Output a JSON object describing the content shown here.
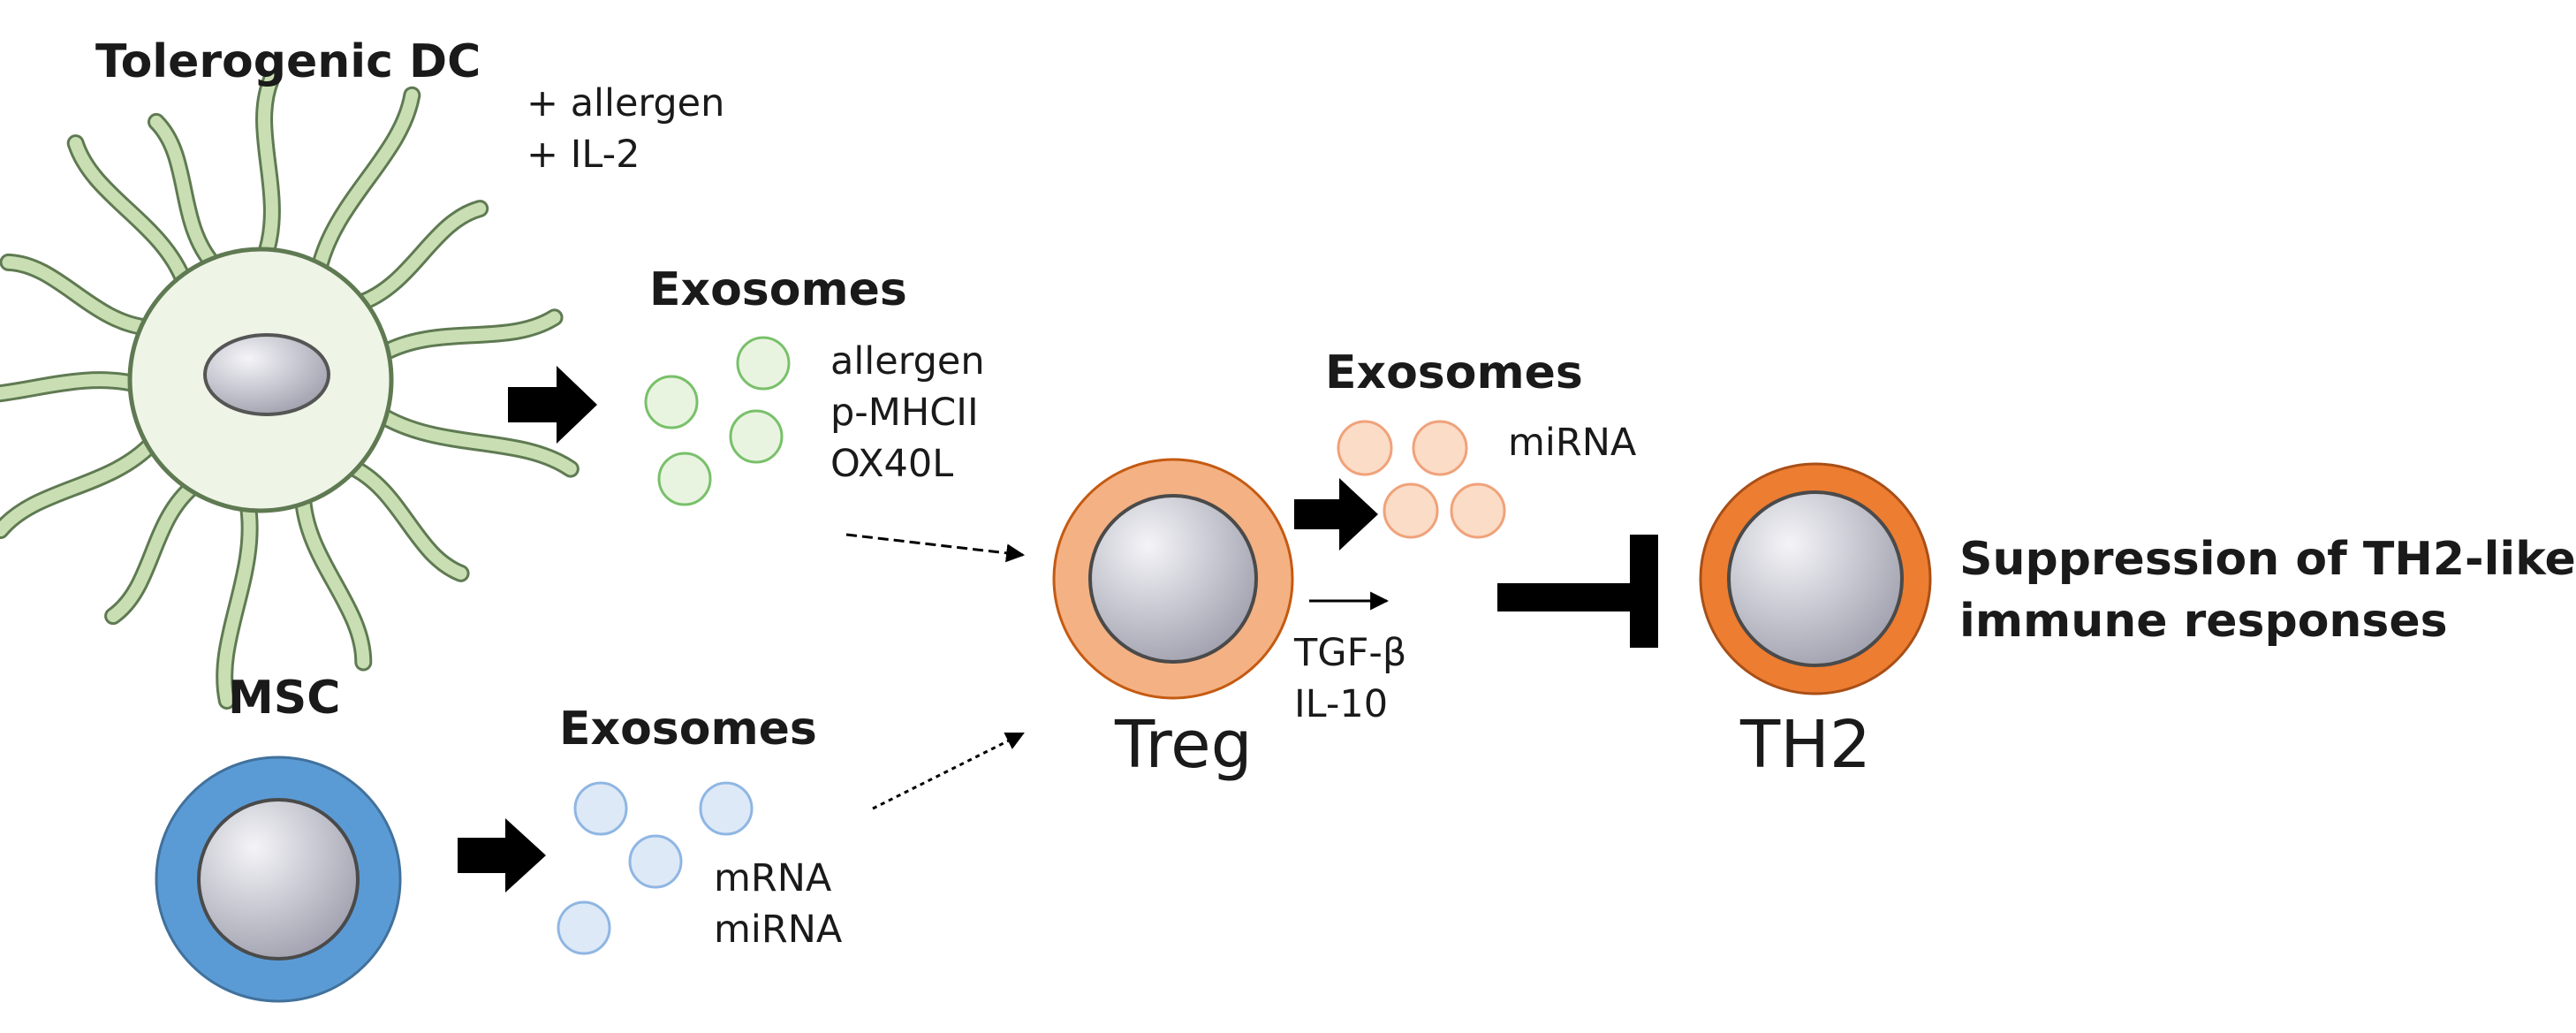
{
  "tolerogenic_dc": {
    "title": "Tolerogenic DC",
    "conditions": [
      "+ allergen",
      "+ IL-2"
    ]
  },
  "dc_exosomes": {
    "title": "Exosomes",
    "cargo": [
      "allergen",
      "p-MHCII",
      "OX40L"
    ]
  },
  "msc": {
    "title": "MSC"
  },
  "msc_exosomes": {
    "title": "Exosomes",
    "cargo": [
      "mRNA",
      "miRNA"
    ]
  },
  "treg": {
    "label": "Treg",
    "secreted": [
      "TGF-β",
      "IL-10"
    ]
  },
  "treg_exosomes": {
    "title": "Exosomes",
    "cargo": [
      "miRNA"
    ]
  },
  "th2": {
    "label": "TH2"
  },
  "outcome": {
    "lines": [
      "Suppression of TH2-like",
      "immune responses"
    ]
  },
  "colors": {
    "dc_fill": "#eef4e6",
    "dc_dendrite": "#c9deb3",
    "dc_outline": "#5f7a52",
    "dc_exosome_fill": "#e8f4e0",
    "dc_exosome_stroke": "#79c06a",
    "msc_ring": "#5b9bd5",
    "msc_exosome_fill": "#dde9f6",
    "msc_exosome_stroke": "#8fb6e3",
    "treg_ring": "#f4b183",
    "treg_exosome_fill": "#fbdcc6",
    "treg_exosome_stroke": "#f0a27a",
    "th2_ring": "#ed7d31",
    "cell_outline": "#4a4a4a",
    "nucleus_light": "#f2f2f6",
    "nucleus_dark": "#9a9aaa",
    "arrow": "#000000"
  }
}
